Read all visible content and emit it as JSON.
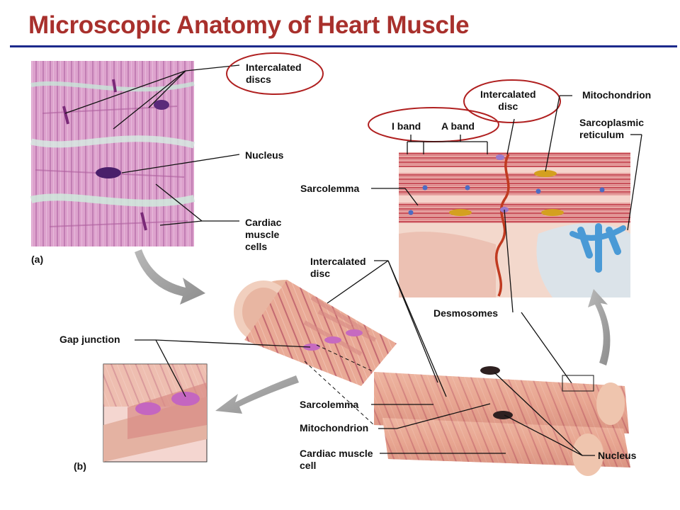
{
  "title": "Microscopic Anatomy of Heart Muscle",
  "panels": {
    "a": "(a)",
    "b": "(b)"
  },
  "labels": {
    "intercalated_discs_a": [
      "Intercalated",
      "discs"
    ],
    "nucleus_a": "Nucleus",
    "cardiac_muscle_cells": [
      "Cardiac",
      "muscle",
      "cells"
    ],
    "intercalated_disc_top": [
      "Intercalated",
      "disc"
    ],
    "mitochondrion_top": "Mitochondrion",
    "i_band": "I band",
    "a_band": "A band",
    "sarcoplasmic_reticulum": [
      "Sarcoplasmic",
      "reticulum"
    ],
    "sarcolemma_top": "Sarcolemma",
    "intercalated_disc_mid": [
      "Intercalated",
      "disc"
    ],
    "desmosomes": "Desmosomes",
    "gap_junction": "Gap junction",
    "sarcolemma_bottom": "Sarcolemma",
    "mitochondrion_bottom": "Mitochondrion",
    "cardiac_muscle_cell": [
      "Cardiac muscle",
      "cell"
    ],
    "nucleus_b": "Nucleus"
  },
  "colors": {
    "title": "#a8302c",
    "rule": "#1c2a8c",
    "highlight_ring": "#b02020"
  }
}
